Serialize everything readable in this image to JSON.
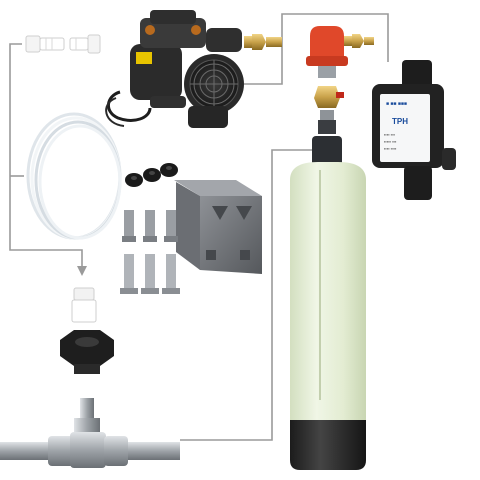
{
  "page": {
    "kind": "product-kit-photo"
  },
  "components": [
    {
      "name": "air-compressor",
      "icon": "air-pump-icon"
    },
    {
      "name": "white-hose-fittings",
      "icon": "fitting-icon"
    },
    {
      "name": "brass-adapter",
      "icon": "brass-fitting-icon"
    },
    {
      "name": "air-injector-valve",
      "icon": "valve-icon"
    },
    {
      "name": "flow-switch",
      "icon": "flow-switch-icon"
    },
    {
      "name": "tubing-coil",
      "icon": "tubing-icon"
    },
    {
      "name": "rubber-feet",
      "icon": "rubber-foot-icon"
    },
    {
      "name": "mounting-bracket",
      "icon": "bracket-icon"
    },
    {
      "name": "bolts",
      "icon": "bolt-icon"
    },
    {
      "name": "pressure-tank",
      "icon": "tank-icon"
    },
    {
      "name": "inline-tee",
      "icon": "pipe-tee-icon"
    }
  ],
  "flow_switch_label": {
    "brand": "■ ■■ ■■■",
    "model": "TPH",
    "spec_line1": "▪▪▪▪ ▪▪▪",
    "spec_line2": "▪▪▪▪▪ ▪▪▪",
    "spec_line3": "▪▪▪▪ ▪▪▪▪"
  },
  "colors": {
    "connector_line": "#9a9a9a",
    "tank_body": "#e6efd6",
    "tank_base": "#2b2b2b",
    "valve_red": "#e0482a",
    "brass": "#c9a24a",
    "steel": "#a8acb2",
    "dark_plastic": "#222222",
    "bracket": "#6c6f74"
  }
}
